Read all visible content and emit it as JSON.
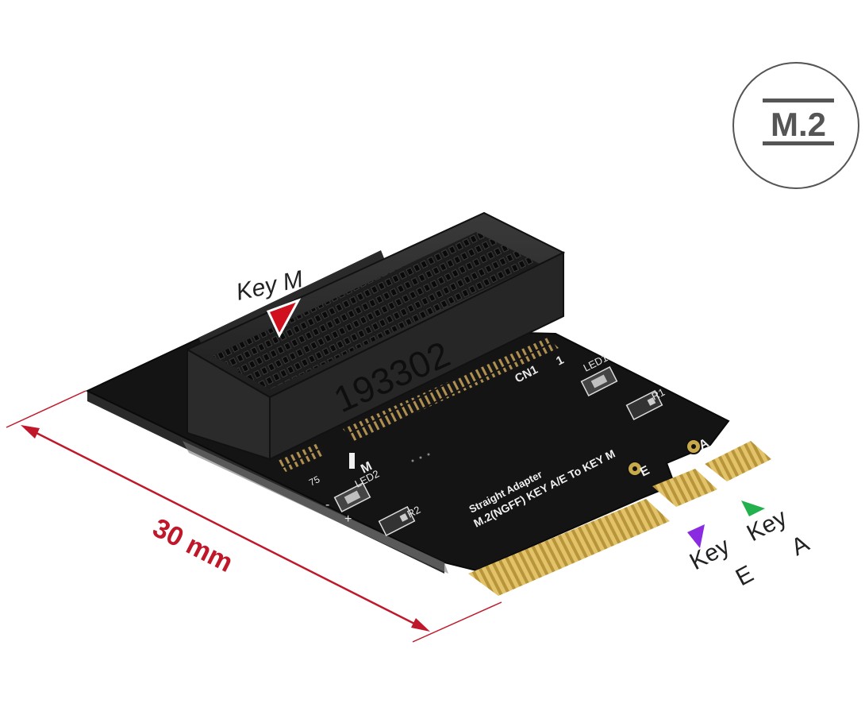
{
  "badge": {
    "text": "M.2"
  },
  "callouts": {
    "key_m": "Key M",
    "key_e_word": "Key",
    "key_e_letter": "E",
    "key_a_word": "Key",
    "key_a_letter": "A"
  },
  "dimension": {
    "text": "30 mm"
  },
  "board": {
    "connector_code": "193302",
    "cn_label": "CN1",
    "cn_pin": "1",
    "led1": "LED1",
    "r1": "R1",
    "led2": "LED2",
    "r2": "R2",
    "pin75": "75",
    "m_mark": "M",
    "e_mark": "E",
    "a_mark": "A",
    "minus": "-",
    "plus": "+",
    "silk_line1": "M.2(NGFF) KEY A/E To KEY M",
    "silk_line2": "Straight Adapter"
  },
  "colors": {
    "dimension_red": "#c0182a",
    "key_m_marker": "#d0101e",
    "key_e_marker": "#8a2be2",
    "key_a_marker": "#22b14c",
    "pcb": "#141414",
    "gold": "#c9a94a",
    "slot": "#252525"
  }
}
